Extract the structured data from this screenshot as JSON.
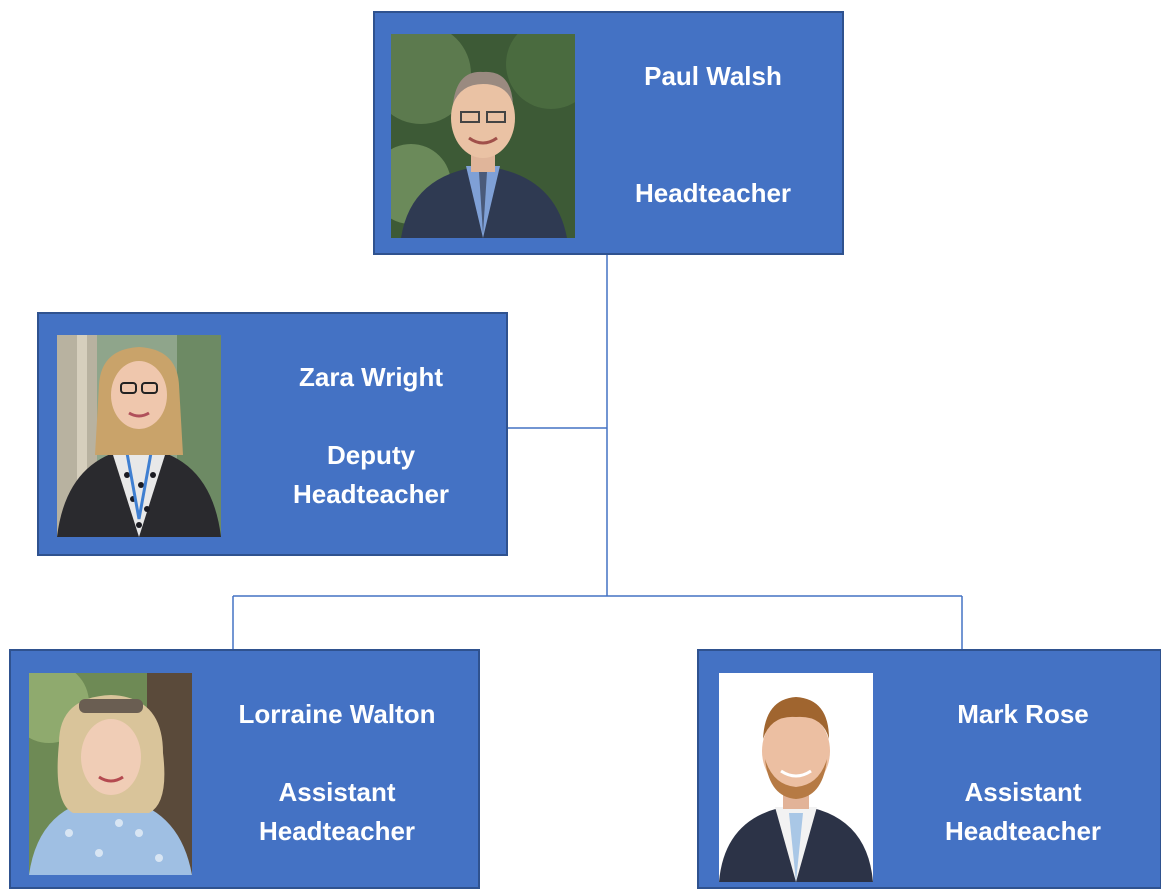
{
  "chart": {
    "nodes": [
      {
        "id": "head",
        "name": "Paul Walsh",
        "role_lines": [
          "Headteacher"
        ],
        "photo": "portrait-man-glasses"
      },
      {
        "id": "deputy",
        "name": "Zara Wright",
        "role_lines": [
          "Deputy",
          "Headteacher"
        ],
        "photo": "portrait-woman-glasses"
      },
      {
        "id": "assistant1",
        "name": "Lorraine Walton",
        "role_lines": [
          "Assistant",
          "Headteacher"
        ],
        "photo": "portrait-woman-sunglasses"
      },
      {
        "id": "assistant2",
        "name": "Mark Rose",
        "role_lines": [
          "Assistant",
          "Headteacher"
        ],
        "photo": "portrait-man-beard"
      }
    ]
  },
  "colors": {
    "card_fill": "#4472c4",
    "card_border": "#2f528f",
    "connector": "#4472c4",
    "text": "#ffffff"
  }
}
